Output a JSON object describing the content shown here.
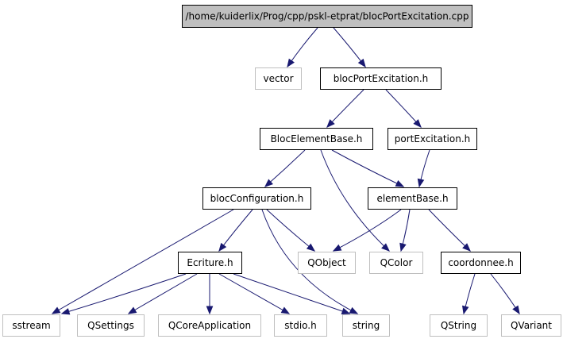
{
  "nodes": {
    "root": {
      "label": "/home/kuiderlix/Prog/cpp/pskl-etprat/blocPortExcitation.cpp",
      "kind": "root"
    },
    "vector": {
      "label": "vector",
      "kind": "external"
    },
    "blocPortExcitation_h": {
      "label": "blocPortExcitation.h",
      "kind": "file"
    },
    "BlocElementBase_h": {
      "label": "BlocElementBase.h",
      "kind": "file"
    },
    "portExcitation_h": {
      "label": "portExcitation.h",
      "kind": "file"
    },
    "blocConfiguration_h": {
      "label": "blocConfiguration.h",
      "kind": "file"
    },
    "elementBase_h": {
      "label": "elementBase.h",
      "kind": "file"
    },
    "Ecriture_h": {
      "label": "Ecriture.h",
      "kind": "file"
    },
    "QObject": {
      "label": "QObject",
      "kind": "external"
    },
    "QColor": {
      "label": "QColor",
      "kind": "external"
    },
    "coordonnee_h": {
      "label": "coordonnee.h",
      "kind": "file"
    },
    "sstream": {
      "label": "sstream",
      "kind": "external"
    },
    "QSettings": {
      "label": "QSettings",
      "kind": "external"
    },
    "QCoreApplication": {
      "label": "QCoreApplication",
      "kind": "external"
    },
    "stdio_h": {
      "label": "stdio.h",
      "kind": "external"
    },
    "string": {
      "label": "string",
      "kind": "external"
    },
    "QString": {
      "label": "QString",
      "kind": "external"
    },
    "QVariant": {
      "label": "QVariant",
      "kind": "external"
    }
  },
  "edges": [
    {
      "from": "root",
      "to": "vector"
    },
    {
      "from": "root",
      "to": "blocPortExcitation_h"
    },
    {
      "from": "blocPortExcitation_h",
      "to": "BlocElementBase_h"
    },
    {
      "from": "blocPortExcitation_h",
      "to": "portExcitation_h"
    },
    {
      "from": "BlocElementBase_h",
      "to": "blocConfiguration_h"
    },
    {
      "from": "BlocElementBase_h",
      "to": "elementBase_h"
    },
    {
      "from": "BlocElementBase_h",
      "to": "QColor"
    },
    {
      "from": "portExcitation_h",
      "to": "elementBase_h"
    },
    {
      "from": "blocConfiguration_h",
      "to": "Ecriture_h"
    },
    {
      "from": "blocConfiguration_h",
      "to": "QObject"
    },
    {
      "from": "blocConfiguration_h",
      "to": "sstream"
    },
    {
      "from": "blocConfiguration_h",
      "to": "string"
    },
    {
      "from": "elementBase_h",
      "to": "QObject"
    },
    {
      "from": "elementBase_h",
      "to": "QColor"
    },
    {
      "from": "elementBase_h",
      "to": "coordonnee_h"
    },
    {
      "from": "Ecriture_h",
      "to": "sstream"
    },
    {
      "from": "Ecriture_h",
      "to": "QSettings"
    },
    {
      "from": "Ecriture_h",
      "to": "QCoreApplication"
    },
    {
      "from": "Ecriture_h",
      "to": "stdio_h"
    },
    {
      "from": "Ecriture_h",
      "to": "string"
    },
    {
      "from": "coordonnee_h",
      "to": "QString"
    },
    {
      "from": "coordonnee_h",
      "to": "QVariant"
    }
  ],
  "colors": {
    "edge": "#191970",
    "root_fill": "#bfbfbf",
    "file_border": "#000000",
    "external_border": "#bfbfbf"
  }
}
